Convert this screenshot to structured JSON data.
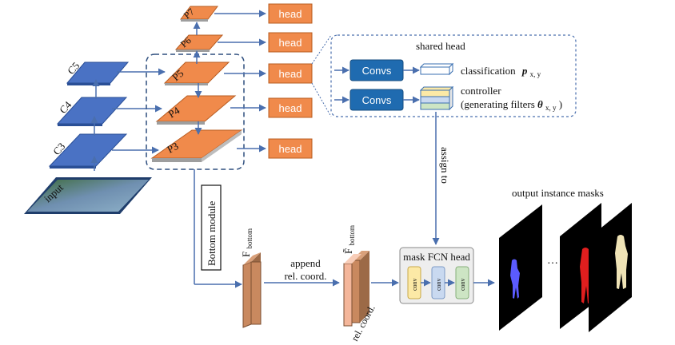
{
  "backbone": {
    "input": "input",
    "c3": "C3",
    "c4": "C4",
    "c5": "C5"
  },
  "fpn": {
    "p3": "P3",
    "p4": "P4",
    "p5": "P5",
    "p6": "P6",
    "p7": "P7"
  },
  "heads": {
    "label": "head"
  },
  "shared_head": {
    "title": "shared head",
    "convs": "Convs",
    "classification": "classification",
    "classification_symbol": "p",
    "classification_sub": "x, y",
    "controller_line1": "controller",
    "controller_line2_prefix": "(generating filters ",
    "controller_symbol": "θ",
    "controller_sub": "x, y",
    "controller_line2_suffix": ")"
  },
  "assign": "assign to",
  "bottom_module": "Bottom module",
  "f_bottom": {
    "symbol": "F",
    "sub": "bottom",
    "tilde_symbol": "F̃"
  },
  "append": {
    "line1": "append",
    "line2": "rel. coord."
  },
  "rel_coord": "rel. coord.",
  "mask_head": {
    "title": "mask FCN head",
    "conv": "conv"
  },
  "output": {
    "title": "output instance masks",
    "ellipsis": "…"
  },
  "colors": {
    "blue_layer": "#4A72C4",
    "orange": "#F08A4B",
    "convs_blue": "#1F6BB0",
    "brown": "#C9895F",
    "arrow": "#4A6FAE"
  }
}
